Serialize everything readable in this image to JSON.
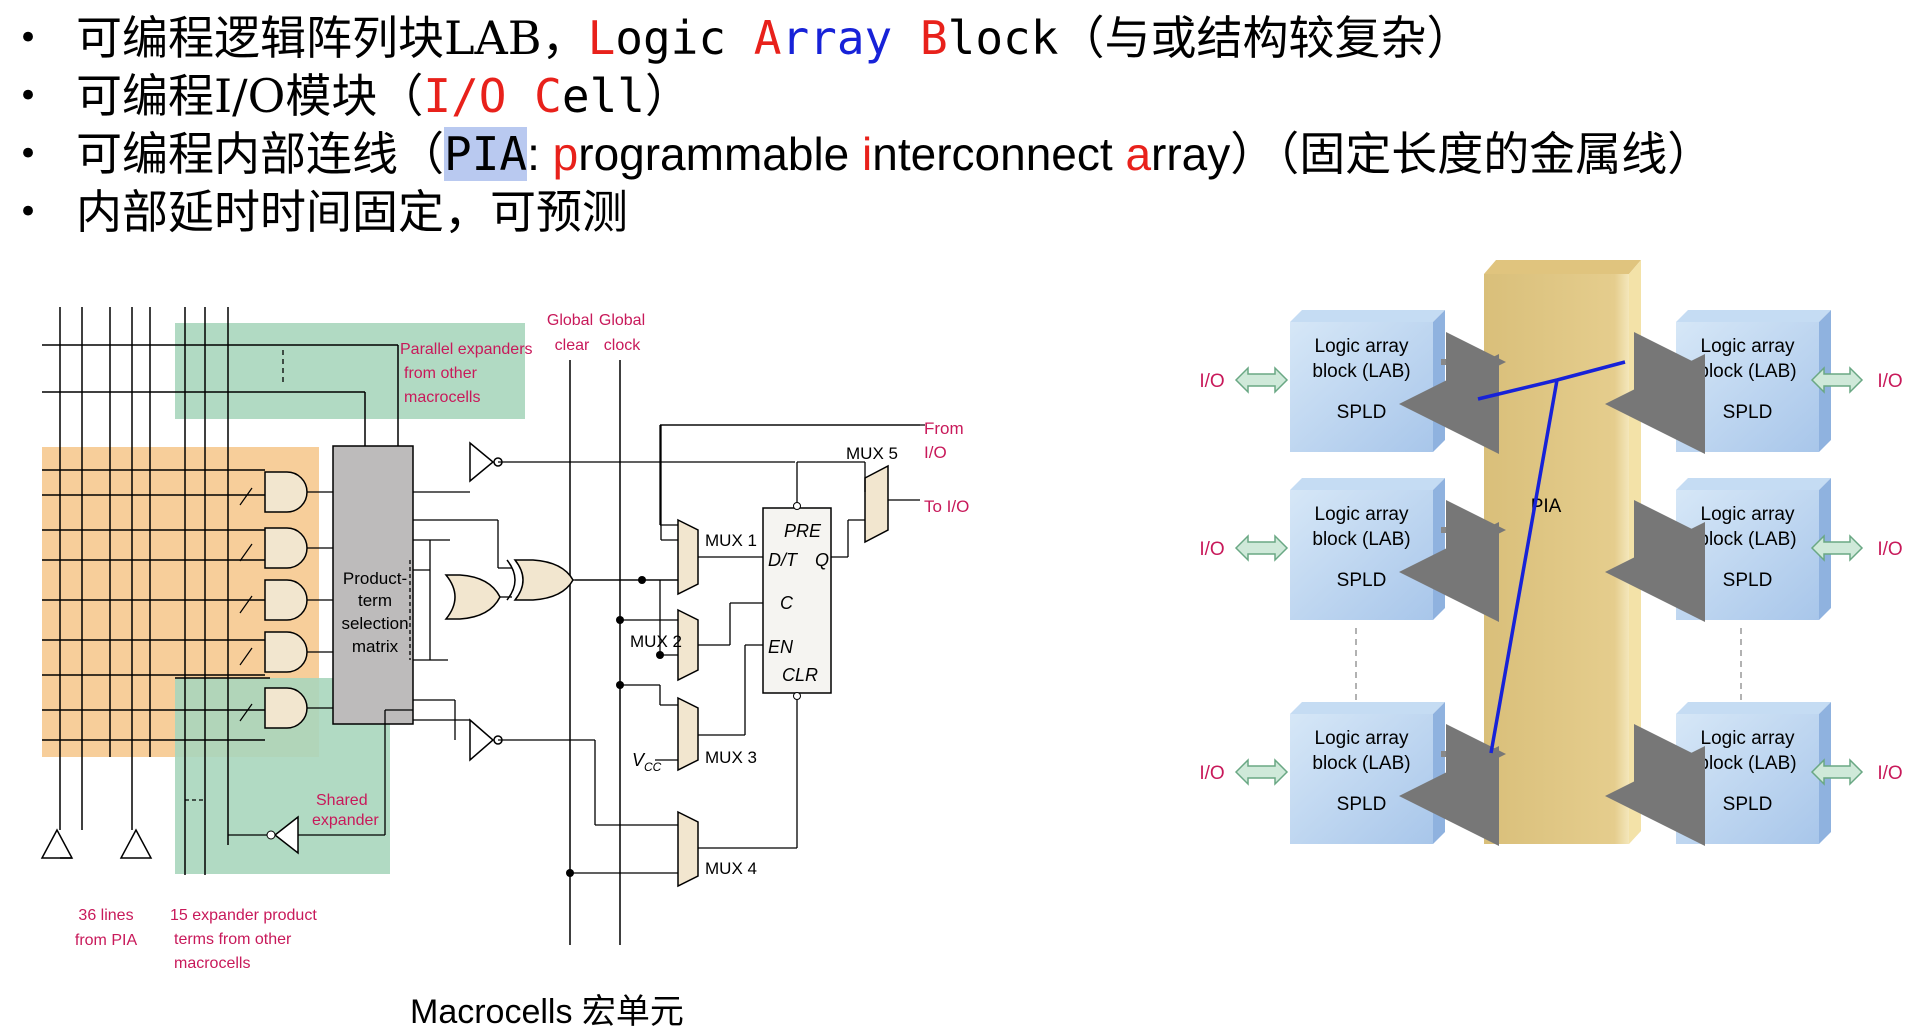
{
  "bullets": [
    {
      "pre": "可编程逻辑阵列块LAB，",
      "l1": "L",
      "w1": "ogic ",
      "l2": "A",
      "w2": "rray ",
      "l3": "B",
      "w3": "lock",
      "post": "（与或结构较复杂）"
    },
    {
      "pre": "可编程I/O模块（",
      "hl": "I/O C",
      "mid": "ell",
      "post": "）"
    },
    {
      "pre": "可编程内部连线（",
      "abbr": "PIA",
      "colon": ": ",
      "p": "p",
      "p_rest": "rogrammable ",
      "i": "i",
      "i_rest": "nterconnect ",
      "a": "a",
      "a_rest": "rray",
      "post": "）（固定长度的金属线）"
    },
    {
      "pre": "内部延时时间固定，可预测"
    }
  ],
  "macrocell": {
    "parallel_expanders": [
      "Parallel expanders",
      "from other",
      "macrocells"
    ],
    "global_clear": [
      "Global",
      "clear"
    ],
    "global_clock": [
      "Global",
      "clock"
    ],
    "from_io": [
      "From",
      "I/O"
    ],
    "to_io": "To I/O",
    "mux5": "MUX 5",
    "mux1": "MUX 1",
    "mux2": "MUX 2",
    "mux3": "MUX 3",
    "mux4": "MUX 4",
    "pre": "PRE",
    "dt": "D/T",
    "q": "Q",
    "c": "C",
    "en": "EN",
    "clr": "CLR",
    "vcc": "V",
    "vcc_sub": "CC",
    "ptsm": [
      "Product-",
      "term",
      "selection",
      "matrix"
    ],
    "shared_expander": [
      "Shared",
      "expander"
    ],
    "lines36": [
      "36 lines",
      "from PIA"
    ],
    "expander15": [
      "15 expander product",
      "terms from other",
      "macrocells"
    ]
  },
  "caption": "Macrocells 宏单元",
  "pia_diagram": {
    "center_label": "PIA",
    "io_label": "I/O",
    "lab": {
      "line1": "Logic array",
      "line2": "block (LAB)",
      "line3": "SPLD"
    }
  }
}
